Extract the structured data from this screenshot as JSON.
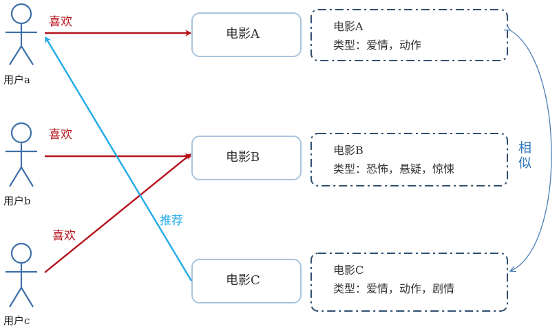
{
  "colors": {
    "like_arrow": "#b5121b",
    "recommend_arrow": "#1eaae7",
    "similar_arc": "#4a7fb5",
    "actor": "#3d6fa8",
    "movie_box_border": "#a9c4dc",
    "info_box_border": "#2f4f6f",
    "similar_text": "#2e75b6"
  },
  "users": [
    {
      "label": "用户a"
    },
    {
      "label": "用户b"
    },
    {
      "label": "用户c"
    }
  ],
  "edges": {
    "like_label": "喜欢",
    "recommend_label": "推荐"
  },
  "movies": [
    {
      "label": "电影A"
    },
    {
      "label": "电影B"
    },
    {
      "label": "电影C"
    }
  ],
  "movie_info": [
    {
      "title": "电影A",
      "genres": "类型：爱情，动作"
    },
    {
      "title": "电影B",
      "genres": "类型：恐怖，悬疑，惊悚"
    },
    {
      "title": "电影C",
      "genres": "类型：爱情，动作，剧情"
    }
  ],
  "similar": {
    "label_line1": "相",
    "label_line2": "似"
  },
  "arrows": [
    {
      "kind": "like",
      "from": "用户a",
      "to": "电影A"
    },
    {
      "kind": "like",
      "from": "用户b",
      "to": "电影B"
    },
    {
      "kind": "like",
      "from": "用户c",
      "to": "电影B"
    },
    {
      "kind": "recommend",
      "from": "电影C",
      "to": "用户a"
    }
  ]
}
